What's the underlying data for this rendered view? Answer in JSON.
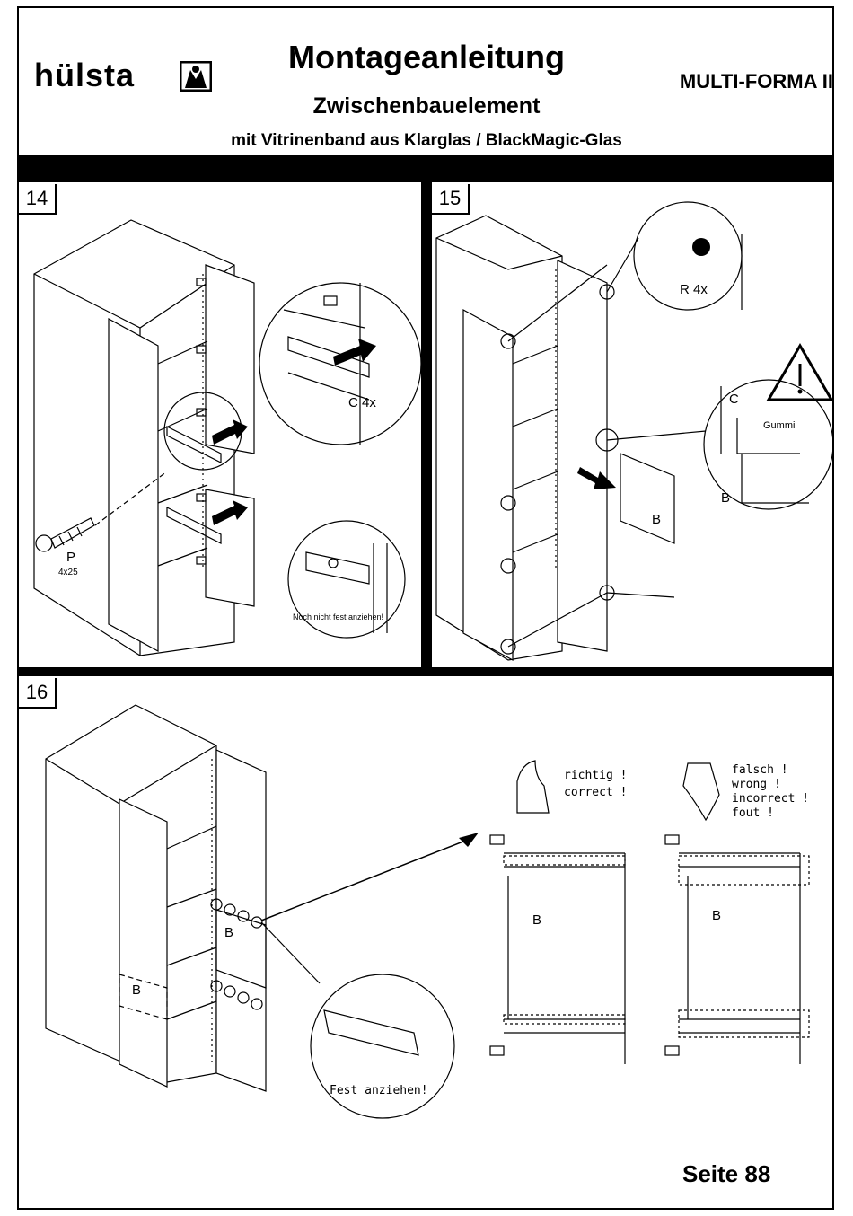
{
  "header": {
    "brand": "hülsta",
    "title": "Montageanleitung",
    "subtitle": "Zwischenbauelement",
    "description": "mit Vitrinenband aus Klarglas / BlackMagic-Glas",
    "product": "MULTI-FORMA II"
  },
  "steps": [
    {
      "number": "14",
      "labels": {
        "part_c": "C 4x",
        "part_p": "P",
        "screw_size": "4x25",
        "note": "Noch nicht fest anziehen!"
      }
    },
    {
      "number": "15",
      "labels": {
        "part_r": "R 4x",
        "part_c": "C",
        "rubber": "Gummi",
        "part_b_detail": "B",
        "part_b": "B"
      }
    },
    {
      "number": "16",
      "labels": {
        "part_b_upper": "B",
        "part_b_lower": "B",
        "note": "Fest anziehen!",
        "right_1": "richtig !",
        "right_2": "correct !",
        "wrong_1": "falsch !",
        "wrong_2": "wrong !",
        "wrong_3": "incorrect !",
        "wrong_4": "fout !",
        "glass_right": "B",
        "glass_wrong": "B"
      }
    }
  ],
  "footer": {
    "page": "Seite 88"
  }
}
